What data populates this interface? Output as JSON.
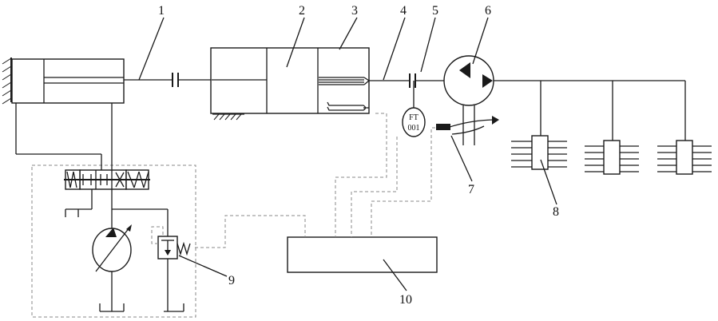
{
  "labels": {
    "l1": "1",
    "l2": "2",
    "l3": "3",
    "l4": "4",
    "l5": "5",
    "l6": "6",
    "l7": "7",
    "l8": "8",
    "l9": "9",
    "l10": "10"
  },
  "sensor": {
    "tag_top": "FT",
    "tag_bottom": "001"
  }
}
